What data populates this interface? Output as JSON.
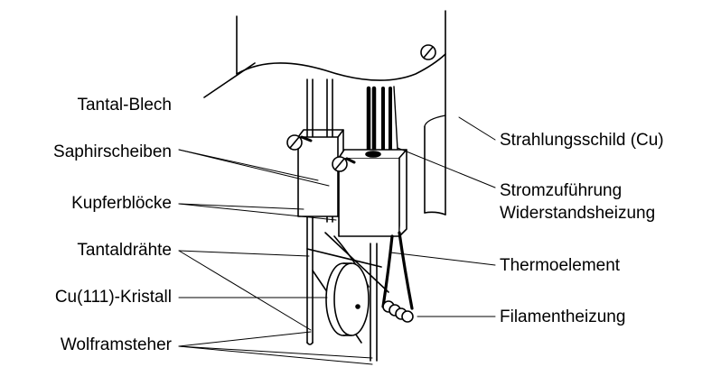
{
  "colors": {
    "ink": "#000000",
    "paper": "#ffffff"
  },
  "labels": {
    "tantal_blech": "Tantal-Blech",
    "saphirscheiben": "Saphirscheiben",
    "kupferbloecke": "Kupferblöcke",
    "tantaldraehte": "Tantaldrähte",
    "kristall": "Cu(111)-Kristall",
    "wolframsteher": "Wolframsteher",
    "strahlungsschild": "Strahlungsschild (Cu)",
    "stromzufuehrung_1": "Stromzuführung",
    "stromzufuehrung_2": "Widerstandsheizung",
    "thermoelement": "Thermoelement",
    "filamentheizung": "Filamentheizung"
  }
}
